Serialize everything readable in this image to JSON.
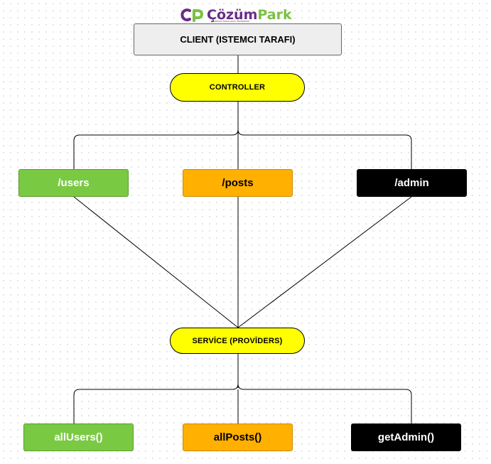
{
  "logo": {
    "brand_part1": "Çözüm",
    "brand_part2": "Park",
    "tagline": "çözümcü sorununun kelimesini"
  },
  "nodes": {
    "client": "CLIENT (ISTEMCI TARAFI)",
    "controller": "CONTROLLER",
    "routes": [
      "/users",
      "/posts",
      "/admin"
    ],
    "service": "SERVİCE (PROVİDERS)",
    "functions": [
      "allUsers()",
      "allPosts()",
      "getAdmin()"
    ]
  },
  "colors": {
    "client_fill": "#eeeeee",
    "pill_fill": "#ffff00",
    "users": "#7ac943",
    "posts": "#ffb000",
    "admin": "#000000"
  }
}
